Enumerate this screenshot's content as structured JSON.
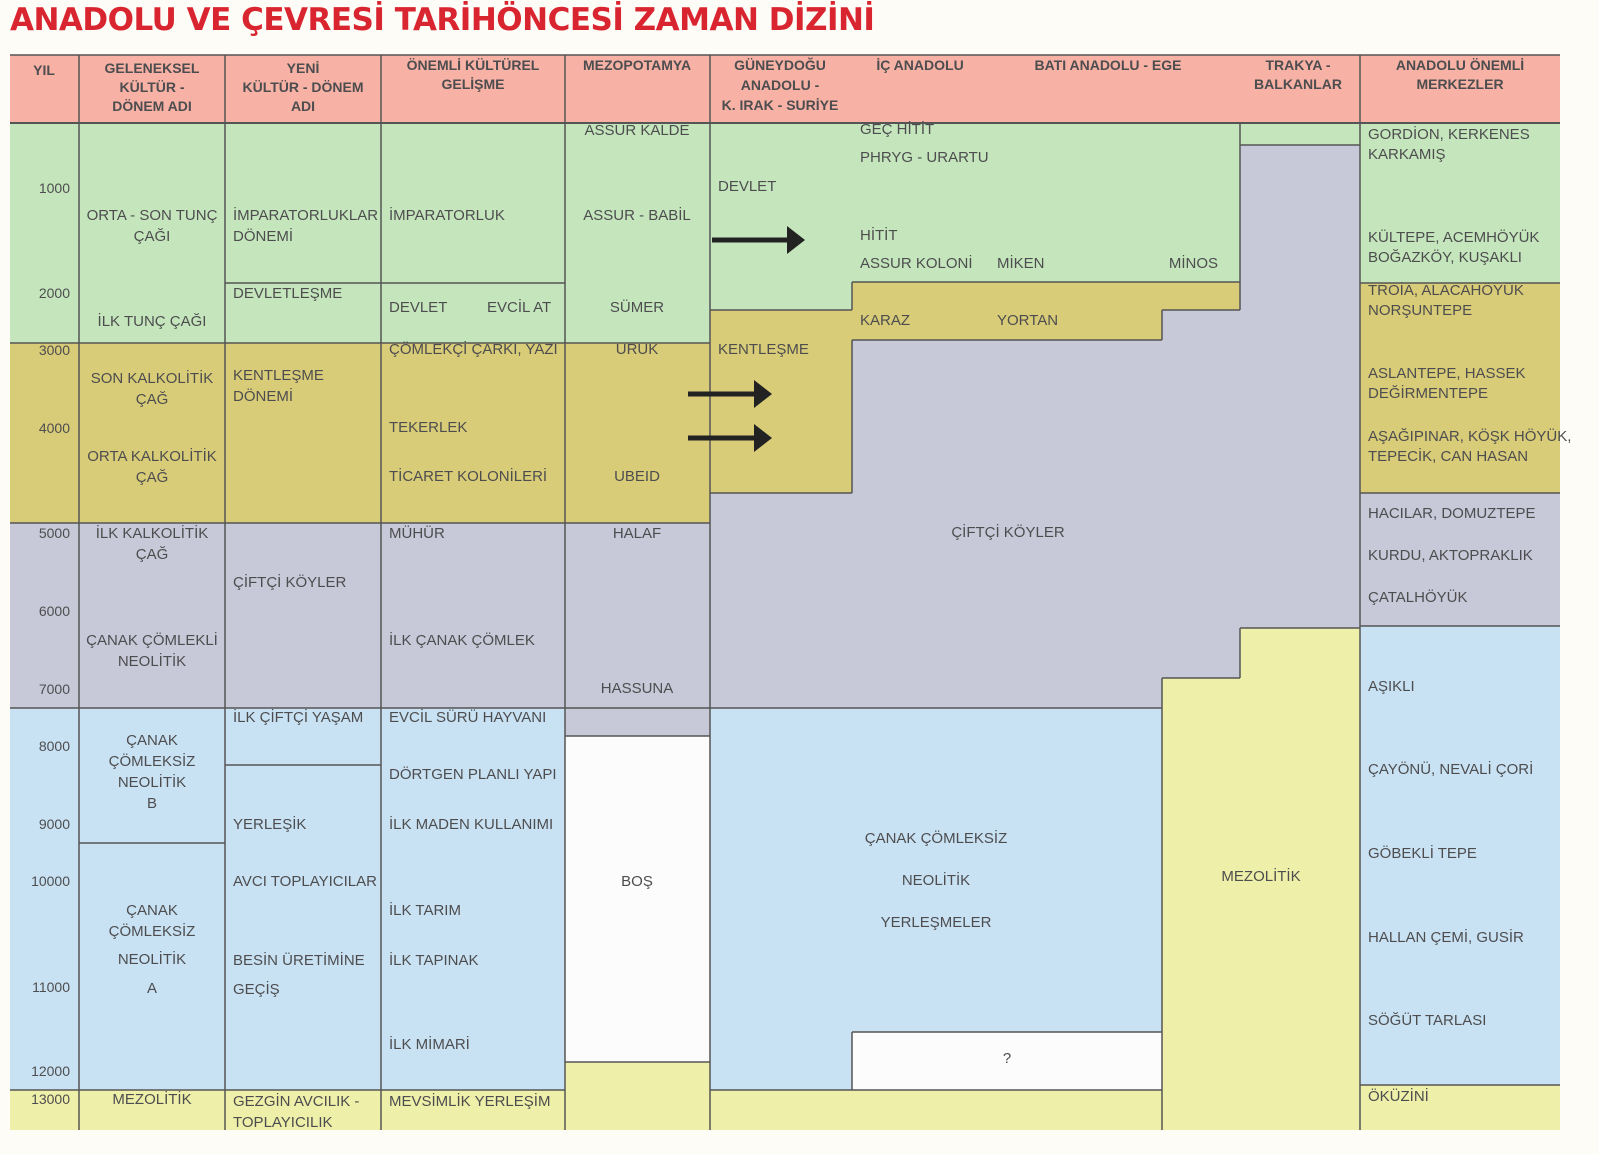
{
  "title": "ANADOLU VE ÇEVRESİ TARİHÖNCESİ ZAMAN DİZİNİ",
  "colors": {
    "header": "#f7b2a5",
    "green": "#c5e6bc",
    "olive": "#d9cc78",
    "gray": "#c7c9d8",
    "blue": "#c9e2f3",
    "yellow": "#eef0a9",
    "white": "#fbfcfb",
    "title": "#d9252f",
    "text": "#4d4d4f",
    "arrow": "#222222"
  },
  "headers": [
    {
      "id": "yil",
      "lines": [
        "YIL"
      ]
    },
    {
      "id": "geleneksel",
      "lines": [
        "GELENEKSEL",
        "KÜLTÜR -",
        "DÖNEM ADI"
      ]
    },
    {
      "id": "yeni",
      "lines": [
        "YENİ",
        "KÜLTÜR - DÖNEM",
        "ADI"
      ]
    },
    {
      "id": "onemli",
      "lines": [
        "ÖNEMLİ KÜLTÜREL",
        "GELİŞME"
      ]
    },
    {
      "id": "mezopotamya",
      "lines": [
        "MEZOPOTAMYA"
      ]
    },
    {
      "id": "guneydogu",
      "lines": [
        "GÜNEYDOĞU",
        "ANADOLU -",
        "K. IRAK - SURİYE"
      ]
    },
    {
      "id": "ic-anadolu",
      "lines": [
        "İÇ ANADOLU"
      ]
    },
    {
      "id": "bati-anadolu",
      "lines": [
        "BATI ANADOLU  -   EGE"
      ]
    },
    {
      "id": "trakya",
      "lines": [
        "TRAKYA -",
        "BALKANLAR"
      ]
    },
    {
      "id": "merkezler",
      "lines": [
        "ANADOLU ÖNEMLİ",
        "MERKEZLER"
      ]
    }
  ],
  "years": [
    "1000",
    "2000",
    "3000",
    "4000",
    "5000",
    "6000",
    "7000",
    "8000",
    "9000",
    "10000",
    "11000",
    "12000",
    "13000"
  ],
  "geleneksel": [
    {
      "id": "orta-son-tunc",
      "lines": [
        "ORTA - SON TUNÇ",
        "ÇAĞI"
      ]
    },
    {
      "id": "ilk-tunc",
      "lines": [
        "İLK TUNÇ ÇAĞI"
      ]
    },
    {
      "id": "son-kalkolitik",
      "lines": [
        "SON KALKOLİTİK",
        "ÇAĞ"
      ]
    },
    {
      "id": "orta-kalkolitik",
      "lines": [
        "ORTA KALKOLİTİK",
        "ÇAĞ"
      ]
    },
    {
      "id": "ilk-kalkolitik",
      "lines": [
        "İLK KALKOLİTİK",
        "ÇAĞ"
      ]
    },
    {
      "id": "canak-comlekli",
      "lines": [
        "ÇANAK ÇÖMLEKLİ",
        "NEOLİTİK"
      ]
    },
    {
      "id": "pnn-b",
      "lines": [
        "ÇANAK",
        "ÇÖMLEKSİZ",
        "NEOLİTİK",
        "B"
      ]
    },
    {
      "id": "pnn-a",
      "lines": [
        "ÇANAK",
        "ÇÖMLEKSİZ",
        "NEOLİTİK",
        "A"
      ]
    },
    {
      "id": "mezolitik",
      "lines": [
        "MEZOLİTİK"
      ]
    }
  ],
  "yeni": [
    {
      "id": "imparatorluklar",
      "lines": [
        "İMPARATORLUKLAR",
        "DÖNEMİ"
      ]
    },
    {
      "id": "devletlesme",
      "lines": [
        "DEVLETLEŞME"
      ]
    },
    {
      "id": "kentlesme",
      "lines": [
        "KENTLEŞME",
        "DÖNEMİ"
      ]
    },
    {
      "id": "ciftci-koyler",
      "lines": [
        "ÇİFTÇİ KÖYLER"
      ]
    },
    {
      "id": "ilk-ciftci",
      "lines": [
        "İLK ÇİFTÇİ   YAŞAM"
      ]
    },
    {
      "id": "yerlesik",
      "lines": [
        "YERLEŞİK"
      ]
    },
    {
      "id": "avci",
      "lines": [
        "AVCI TOPLAYICILAR"
      ]
    },
    {
      "id": "besin",
      "lines": [
        "BESİN ÜRETİMİNE",
        "GEÇİŞ"
      ]
    },
    {
      "id": "gezgin",
      "lines": [
        "GEZGİN AVCILIK -",
        "TOPLAYICILIK"
      ]
    }
  ],
  "onemli": [
    {
      "id": "imparatorluk",
      "lines": [
        "İMPARATORLUK"
      ]
    },
    {
      "id": "devlet",
      "lines": [
        "DEVLET"
      ]
    },
    {
      "id": "evcil-at",
      "lines": [
        "EVCİL AT"
      ]
    },
    {
      "id": "comlekci",
      "lines": [
        "ÇÖMLEKÇİ ÇARKI, YAZI"
      ]
    },
    {
      "id": "tekerlek",
      "lines": [
        "TEKERLEK"
      ]
    },
    {
      "id": "ticaret",
      "lines": [
        "TİCARET  KOLONİLERİ"
      ]
    },
    {
      "id": "muhur",
      "lines": [
        "MÜHÜR"
      ]
    },
    {
      "id": "ilk-canak",
      "lines": [
        "İLK ÇANAK ÇÖMLEK"
      ]
    },
    {
      "id": "evcil-suru",
      "lines": [
        "EVCİL SÜRÜ HAYVANI"
      ]
    },
    {
      "id": "dortgen",
      "lines": [
        "DÖRTGEN PLANLI YAPI"
      ]
    },
    {
      "id": "ilk-maden",
      "lines": [
        "İLK MADEN KULLANIMI"
      ]
    },
    {
      "id": "ilk-tarim",
      "lines": [
        "İLK TARIM"
      ]
    },
    {
      "id": "ilk-tapinak",
      "lines": [
        "İLK TAPINAK"
      ]
    },
    {
      "id": "ilk-mimari",
      "lines": [
        "İLK MİMARİ"
      ]
    },
    {
      "id": "mevsimlik",
      "lines": [
        "MEVSİMLİK YERLEŞİM"
      ]
    }
  ],
  "mezopotamya": [
    {
      "id": "assur-kalde",
      "lines": [
        "ASSUR KALDE"
      ]
    },
    {
      "id": "assur-babil",
      "lines": [
        "ASSUR - BABİL"
      ]
    },
    {
      "id": "sumer",
      "lines": [
        "SÜMER"
      ]
    },
    {
      "id": "uruk",
      "lines": [
        "URUK"
      ]
    },
    {
      "id": "ubeid",
      "lines": [
        "UBEID"
      ]
    },
    {
      "id": "halaf",
      "lines": [
        "HALAF"
      ]
    },
    {
      "id": "hassuna",
      "lines": [
        "HASSUNA"
      ]
    },
    {
      "id": "bos",
      "lines": [
        "BOŞ"
      ]
    }
  ],
  "regions": [
    {
      "id": "devlet",
      "lines": [
        "DEVLET"
      ]
    },
    {
      "id": "gec-hitit",
      "lines": [
        "GEÇ HİTİT"
      ]
    },
    {
      "id": "phryg",
      "lines": [
        "PHRYG - URARTU"
      ]
    },
    {
      "id": "hitit",
      "lines": [
        "HİTİT"
      ]
    },
    {
      "id": "assur-koloni",
      "lines": [
        "ASSUR KOLONİ"
      ]
    },
    {
      "id": "miken",
      "lines": [
        "MİKEN"
      ]
    },
    {
      "id": "minos",
      "lines": [
        "MİNOS"
      ]
    },
    {
      "id": "kentlesme",
      "lines": [
        "KENTLEŞME"
      ]
    },
    {
      "id": "karaz",
      "lines": [
        "KARAZ"
      ]
    },
    {
      "id": "yortan",
      "lines": [
        "YORTAN"
      ]
    },
    {
      "id": "ciftci-koyler",
      "lines": [
        "ÇİFTÇİ    KÖYLER"
      ]
    },
    {
      "id": "canak-comleksiz",
      "lines": [
        "ÇANAK ÇÖMLEKSİZ"
      ]
    },
    {
      "id": "neolitik",
      "lines": [
        "NEOLİTİK"
      ]
    },
    {
      "id": "yerlesmeler",
      "lines": [
        "YERLEŞMELER"
      ]
    },
    {
      "id": "unknown",
      "lines": [
        "?"
      ]
    },
    {
      "id": "mezolitik",
      "lines": [
        "MEZOLİTİK"
      ]
    }
  ],
  "merkezler": [
    {
      "id": "gordion",
      "lines": [
        "GORDİON, KERKENES",
        "KARKAMIŞ"
      ]
    },
    {
      "id": "kultepe",
      "lines": [
        "KÜLTEPE, ACEMHÖYÜK",
        "BOĞAZKÖY, KUŞAKLI"
      ]
    },
    {
      "id": "troia",
      "lines": [
        "TROİA, ALACAHÖYÜK",
        "NORŞUNTEPE"
      ]
    },
    {
      "id": "aslantepe",
      "lines": [
        "ASLANTEPE, HASSEK",
        "DEĞİRMENTEPE"
      ]
    },
    {
      "id": "asagipinar",
      "lines": [
        "AŞAĞIPINAR, KÖŞK HÖYÜK,",
        "TEPECİK, CAN HASAN"
      ]
    },
    {
      "id": "hacilar",
      "lines": [
        "HACILAR, DOMUZTEPE"
      ]
    },
    {
      "id": "kurdu",
      "lines": [
        "KURDU, AKTOPRAKLIK"
      ]
    },
    {
      "id": "catalhoyuk",
      "lines": [
        "ÇATALHÖYÜK"
      ]
    },
    {
      "id": "asikli",
      "lines": [
        "AŞIKLI"
      ]
    },
    {
      "id": "cayonu",
      "lines": [
        "ÇAYÖNÜ, NEVALİ ÇORİ"
      ]
    },
    {
      "id": "gobekli",
      "lines": [
        "GÖBEKLİ TEPE"
      ]
    },
    {
      "id": "hallan",
      "lines": [
        "HALLAN ÇEMİ, GUSİR"
      ]
    },
    {
      "id": "sogut",
      "lines": [
        "SÖĞÜT TARLASI"
      ]
    },
    {
      "id": "okuzini",
      "lines": [
        "ÖKÜZİNİ"
      ]
    }
  ]
}
